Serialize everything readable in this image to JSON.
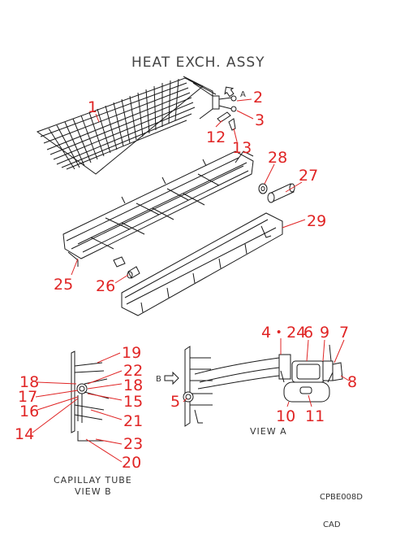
{
  "title": "HEAT EXCH. ASSY",
  "view_a_caption": "VIEW A",
  "view_b_caption_line1": "CAPILLAY TUBE",
  "view_b_caption_line2": "VIEW B",
  "arrow_a_label": "A",
  "arrow_b_label": "B",
  "drawing_code": "CPBE008D",
  "cad_label": "CAD",
  "part_numbers": {
    "p1": "1",
    "p2": "2",
    "p3": "3",
    "p12": "12",
    "p13": "13",
    "p28": "28",
    "p27": "27",
    "p29": "29",
    "p25": "25",
    "p26": "26",
    "p4_24": "4・24",
    "p6": "6",
    "p9": "9",
    "p7": "7",
    "p8": "8",
    "p10": "10",
    "p11": "11",
    "p5": "5",
    "p19": "19",
    "p22": "22",
    "p18a": "18",
    "p18b": "18",
    "p17": "17",
    "p15": "15",
    "p16": "16",
    "p21": "21",
    "p14": "14",
    "p23": "23",
    "p20": "20"
  },
  "colors": {
    "callout": "#e02424",
    "line": "#1a1a1a",
    "caption": "#333333"
  }
}
